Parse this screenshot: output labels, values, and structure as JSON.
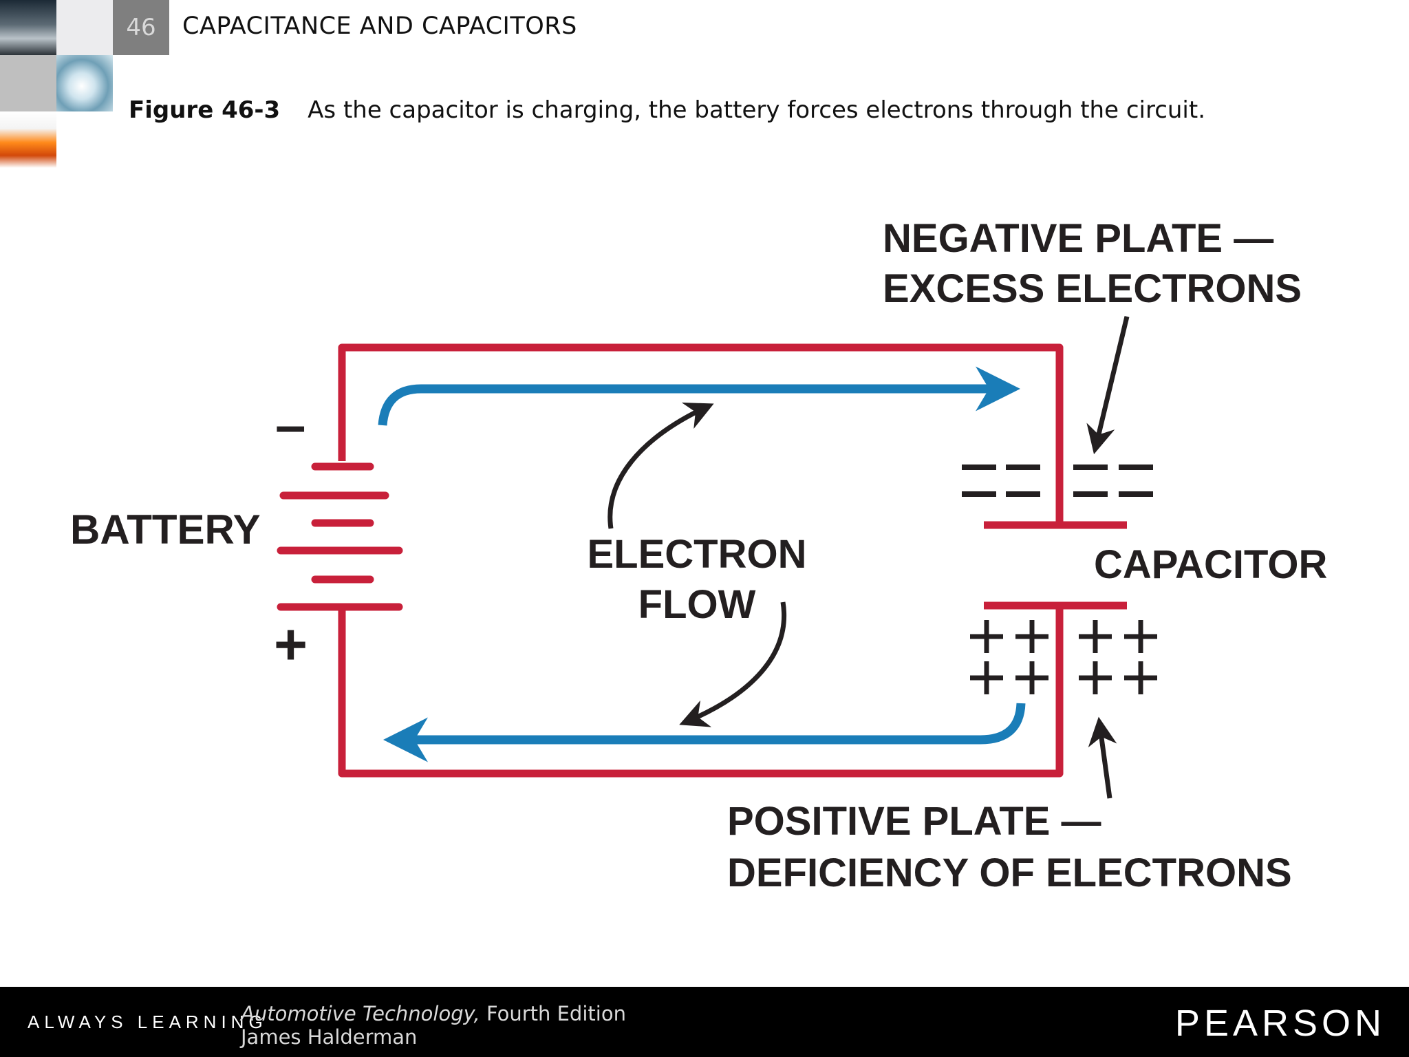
{
  "header": {
    "chapter_number": "46",
    "chapter_title": "CAPACITANCE AND CAPACITORS"
  },
  "figure": {
    "label": "Figure 46-3",
    "caption": "As the capacitor is charging, the battery forces electrons through the circuit."
  },
  "diagram": {
    "battery_label": "BATTERY",
    "battery_negative": "–",
    "battery_positive": "+",
    "flow_label_line1": "ELECTRON",
    "flow_label_line2": "FLOW",
    "negative_plate_line1": "NEGATIVE PLATE —",
    "negative_plate_line2": "EXCESS ELECTRONS",
    "capacitor_label": "CAPACITOR",
    "positive_plate_line1": "POSITIVE PLATE —",
    "positive_plate_line2": "DEFICIENCY OF ELECTRONS",
    "negative_charges": [
      "– –",
      "– –",
      "– –",
      "– –"
    ],
    "positive_charges": [
      "++",
      "++",
      "++",
      "++"
    ],
    "colors": {
      "wire": "#c8203a",
      "flow_arrow": "#1a7db8",
      "pointer": "#231f20"
    }
  },
  "footer": {
    "tagline": "ALWAYS LEARNING",
    "book_title": "Automotive Technology,",
    "book_edition": " Fourth Edition",
    "book_author": "James Halderman",
    "publisher": "PEARSON"
  }
}
